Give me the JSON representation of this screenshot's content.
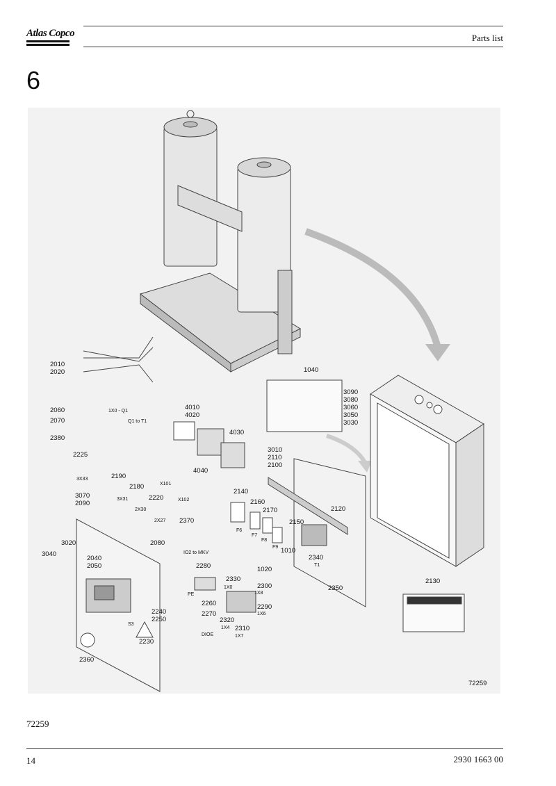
{
  "header": {
    "logo_text": "Atlas Copco",
    "title": "Parts list"
  },
  "section": {
    "number": "6"
  },
  "figure": {
    "id_label": "72259",
    "callouts": [
      {
        "text": "2010"
      },
      {
        "text": "2020"
      },
      {
        "text": "1040"
      },
      {
        "text": "3090"
      },
      {
        "text": "3080"
      },
      {
        "text": "3060"
      },
      {
        "text": "3050"
      },
      {
        "text": "3030"
      },
      {
        "text": "2060"
      },
      {
        "text": "2070"
      },
      {
        "text": "2380"
      },
      {
        "text": "4010"
      },
      {
        "text": "4020"
      },
      {
        "text": "4030"
      },
      {
        "text": "4040"
      },
      {
        "text": "3010"
      },
      {
        "text": "2110"
      },
      {
        "text": "2100"
      },
      {
        "text": "2225"
      },
      {
        "text": "2190"
      },
      {
        "text": "2180"
      },
      {
        "text": "2220"
      },
      {
        "text": "3070"
      },
      {
        "text": "2090"
      },
      {
        "text": "2140"
      },
      {
        "text": "2160"
      },
      {
        "text": "2170"
      },
      {
        "text": "2120"
      },
      {
        "text": "2150"
      },
      {
        "text": "2370"
      },
      {
        "text": "3020"
      },
      {
        "text": "3040"
      },
      {
        "text": "2080"
      },
      {
        "text": "1010"
      },
      {
        "text": "2340"
      },
      {
        "text": "1020"
      },
      {
        "text": "2040"
      },
      {
        "text": "2050"
      },
      {
        "text": "2280"
      },
      {
        "text": "2330"
      },
      {
        "text": "2300"
      },
      {
        "text": "2260"
      },
      {
        "text": "2290"
      },
      {
        "text": "2270"
      },
      {
        "text": "2350"
      },
      {
        "text": "2320"
      },
      {
        "text": "2310"
      },
      {
        "text": "2240"
      },
      {
        "text": "2250"
      },
      {
        "text": "2230"
      },
      {
        "text": "2360"
      },
      {
        "text": "2130"
      }
    ],
    "tags": [
      {
        "text": "1X0 - Q1"
      },
      {
        "text": "Q1 to T1"
      },
      {
        "text": "3X33"
      },
      {
        "text": "3X31"
      },
      {
        "text": "2X30"
      },
      {
        "text": "2X27"
      },
      {
        "text": "X101"
      },
      {
        "text": "X102"
      },
      {
        "text": "F6"
      },
      {
        "text": "F7"
      },
      {
        "text": "F8"
      },
      {
        "text": "F9"
      },
      {
        "text": "T1"
      },
      {
        "text": "IO2 to MKV"
      },
      {
        "text": "PE"
      },
      {
        "text": "1X0"
      },
      {
        "text": "1X8"
      },
      {
        "text": "1X6"
      },
      {
        "text": "1X4"
      },
      {
        "text": "1X7"
      },
      {
        "text": "DIOE"
      },
      {
        "text": "S3"
      }
    ]
  },
  "caption": "72259",
  "footer": {
    "page_number": "14",
    "document_number": "2930 1663 00"
  }
}
